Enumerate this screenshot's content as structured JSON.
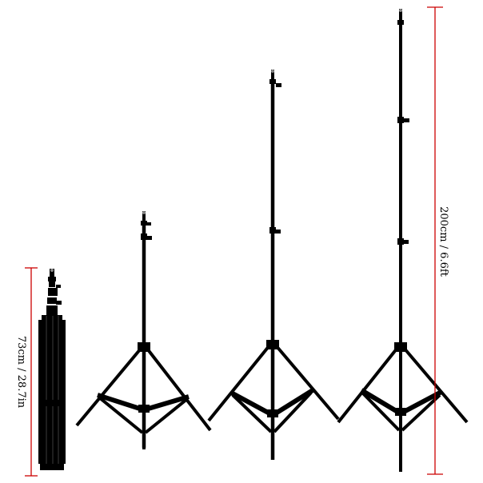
{
  "image": {
    "subject": "Four black light stands shown at increasing extension heights",
    "background_color": "#ffffff",
    "stand_color": "#000000",
    "accent_color": "#cc0000"
  },
  "measurements": {
    "collapsed": "73cm / 28.7in",
    "extended": "200cm / 6.6ft"
  }
}
